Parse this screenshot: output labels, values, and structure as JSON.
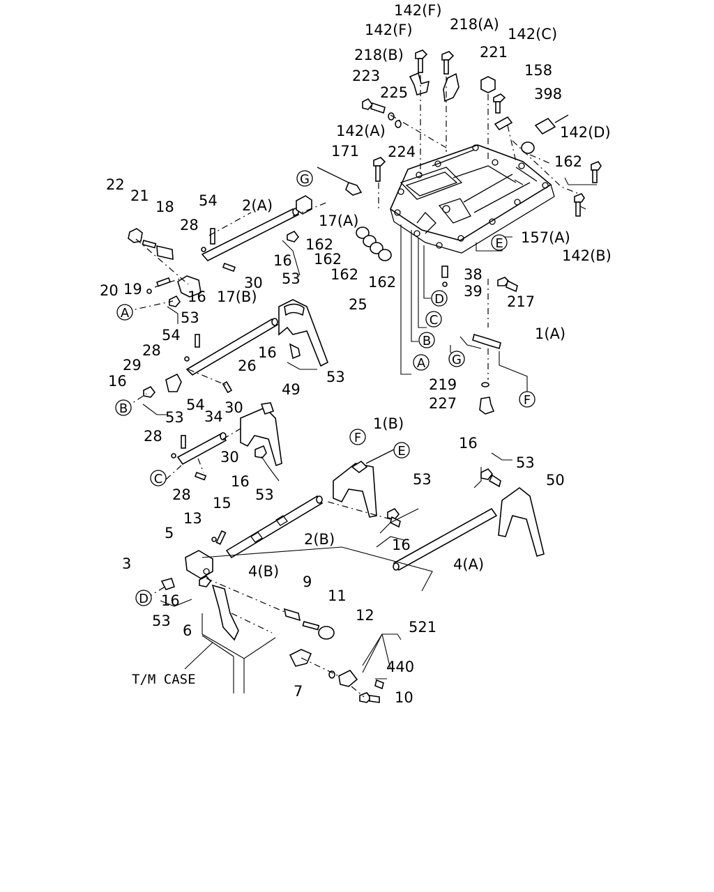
{
  "case_label": "T/M CASE",
  "callouts": [
    "A",
    "B",
    "C",
    "D",
    "E",
    "F",
    "G"
  ],
  "labels": [
    "142(F)",
    "142(F)",
    "218(A)",
    "218(B)",
    "142(C)",
    "221",
    "158",
    "223",
    "225",
    "398",
    "224",
    "142(A)",
    "142(D)",
    "171",
    "162",
    "22",
    "21",
    "18",
    "54",
    "2(A)",
    "17(A)",
    "28",
    "162",
    "16",
    "162",
    "157(A)",
    "142(B)",
    "53",
    "30",
    "19",
    "162",
    "162",
    "38",
    "20",
    "16",
    "17(B)",
    "39",
    "217",
    "53",
    "25",
    "54",
    "28",
    "16",
    "53",
    "26",
    "29",
    "16",
    "53",
    "30",
    "1(A)",
    "219",
    "227",
    "49",
    "54",
    "34",
    "28",
    "30",
    "16",
    "53",
    "28",
    "1(B)",
    "53",
    "16",
    "53",
    "50",
    "15",
    "13",
    "5",
    "4(B)",
    "2(B)",
    "16",
    "4(A)",
    "3",
    "16",
    "53",
    "9",
    "11",
    "12",
    "6",
    "521",
    "440",
    "7",
    "10"
  ]
}
